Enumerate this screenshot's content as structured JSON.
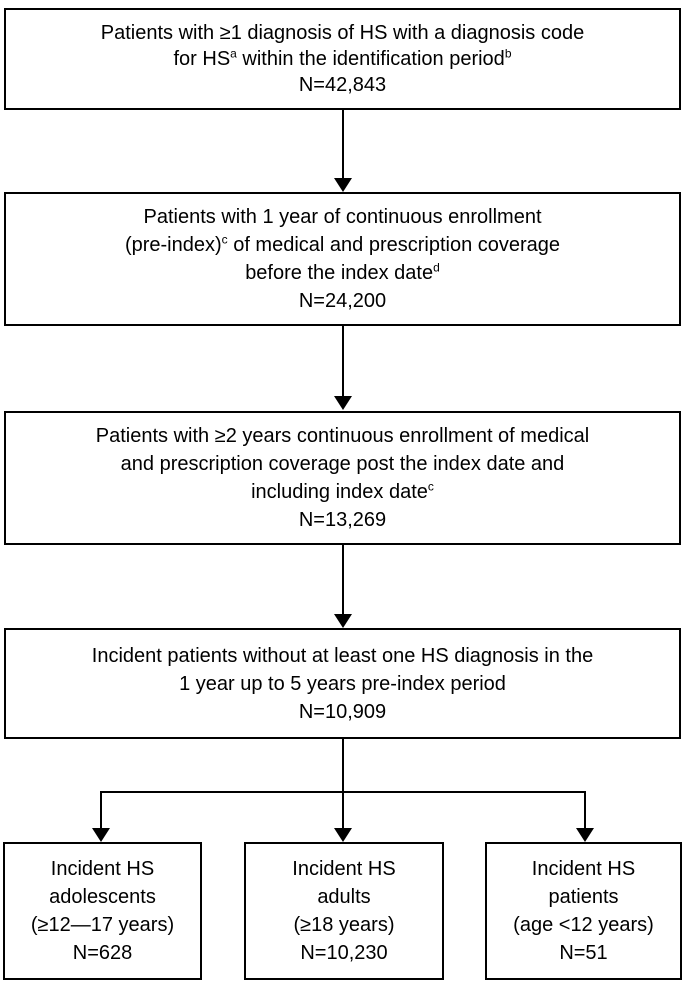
{
  "figure": {
    "type": "patient-flow-diagram",
    "background_color": "#ffffff",
    "line_color": "#000000"
  },
  "boxes": {
    "box1": {
      "l1": "Patients with ≥1 diagnosis of HS with a diagnosis code",
      "l2a": "for HS",
      "l2sup1": "a",
      "l2b": " within the identification period",
      "l2sup2": "b",
      "n": "N=42,843"
    },
    "box2": {
      "l1": "Patients with 1 year of continuous enrollment",
      "l2a": "(pre-index)",
      "l2sup1": "c",
      "l2b": " of medical and prescription coverage",
      "l3a": "before the index date",
      "l3sup1": "d",
      "n": "N=24,200"
    },
    "box3": {
      "l1": "Patients with ≥2 years continuous enrollment of medical",
      "l2": "and prescription coverage post the index date and",
      "l3a": "including index date",
      "l3sup1": "c",
      "n": "N=13,269"
    },
    "box4": {
      "l1": "Incident patients without at least one HS diagnosis in the",
      "l2": "1 year up to 5 years pre-index period",
      "n": "N=10,909"
    },
    "adolescents": {
      "l1": "Incident HS",
      "l2": "adolescents",
      "l3": "(≥12—17 years)",
      "n": "N=628"
    },
    "adults": {
      "l1": "Incident HS",
      "l2": "adults",
      "l3": "(≥18 years)",
      "n": "N=10,230"
    },
    "children": {
      "l1": "Incident HS",
      "l2": "patients",
      "l3": "(age <12 years)",
      "n": "N=51"
    }
  }
}
